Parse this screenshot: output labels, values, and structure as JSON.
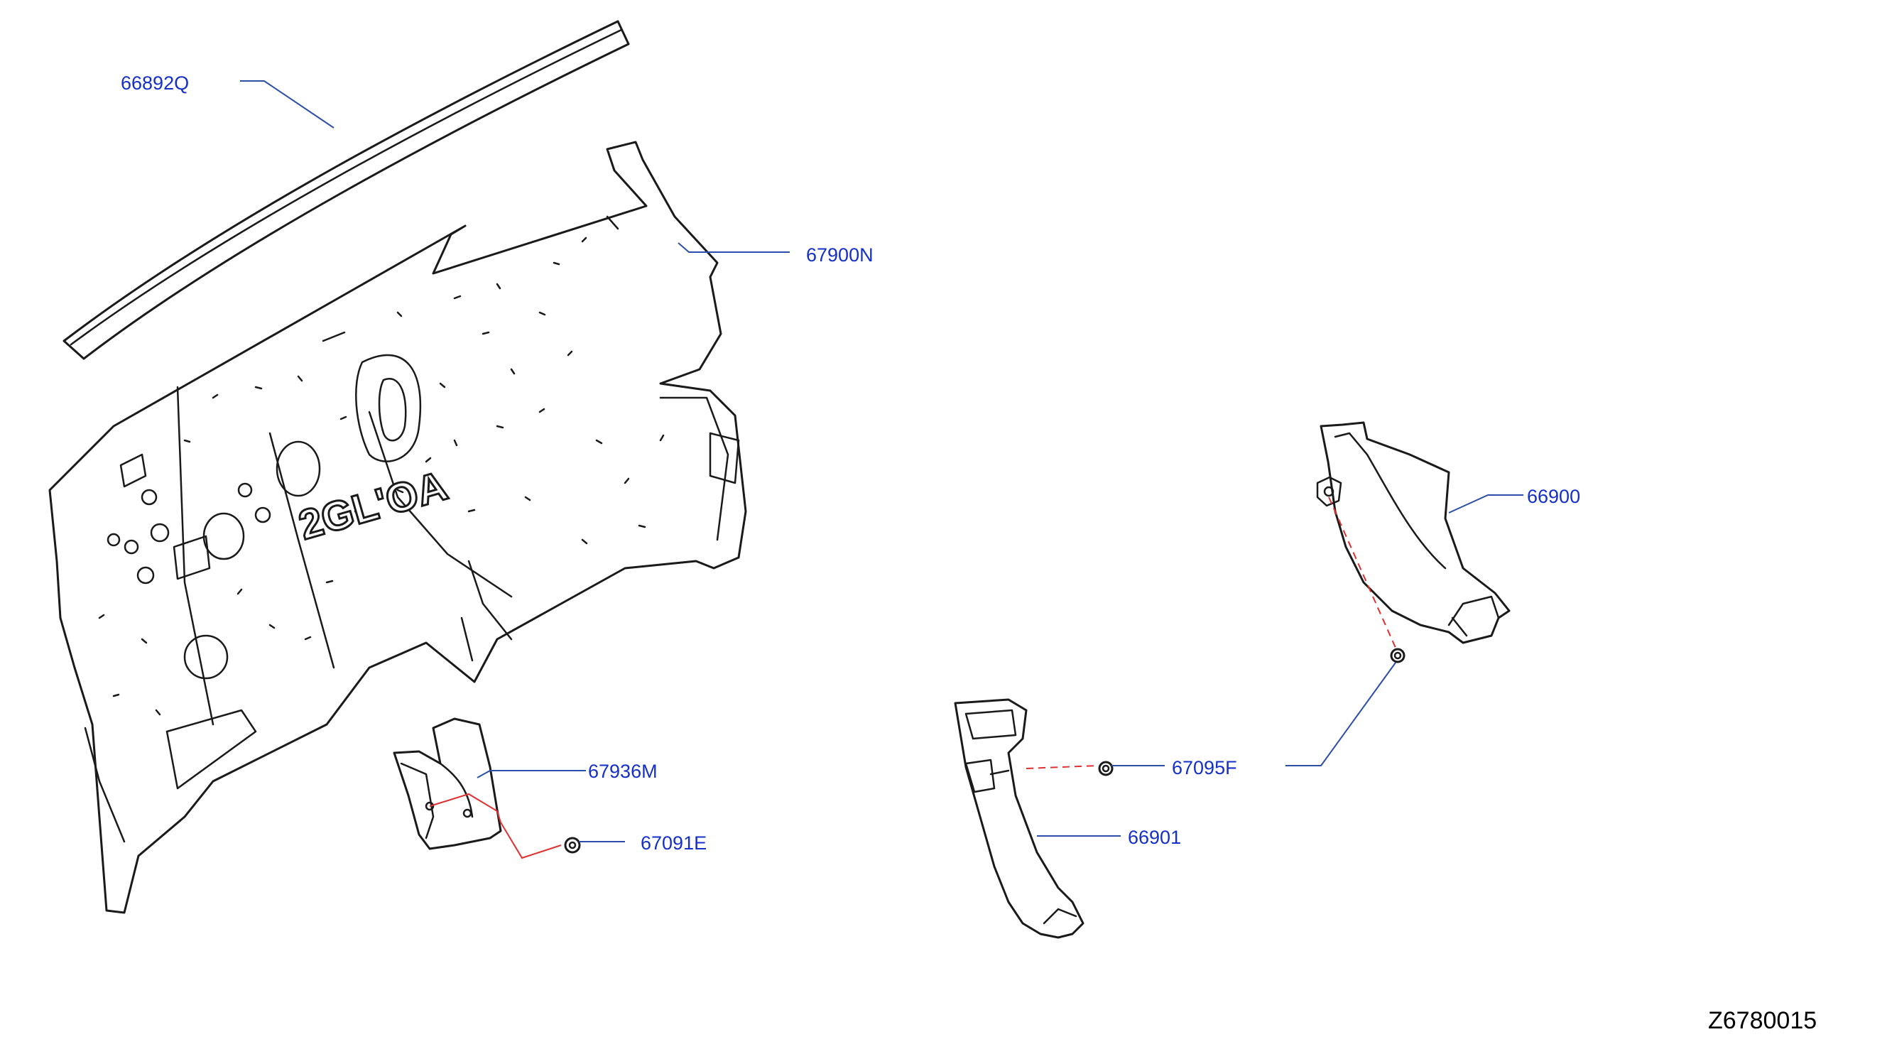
{
  "parts": [
    {
      "id": "p66892Q",
      "label": "66892Q"
    },
    {
      "id": "p67900N",
      "label": "67900N"
    },
    {
      "id": "p66900",
      "label": "66900"
    },
    {
      "id": "p67936M",
      "label": "67936M"
    },
    {
      "id": "p67095F",
      "label": "67095F"
    },
    {
      "id": "p67091E",
      "label": "67091E"
    },
    {
      "id": "p66901",
      "label": "66901"
    }
  ],
  "panel_stamp": "2GL'OA",
  "diagram_code": "Z6780015",
  "colors": {
    "label": "#1530c8",
    "leader": "#2b4ea8",
    "hidden_line": "#e03030",
    "outline": "#1a1a1a"
  }
}
